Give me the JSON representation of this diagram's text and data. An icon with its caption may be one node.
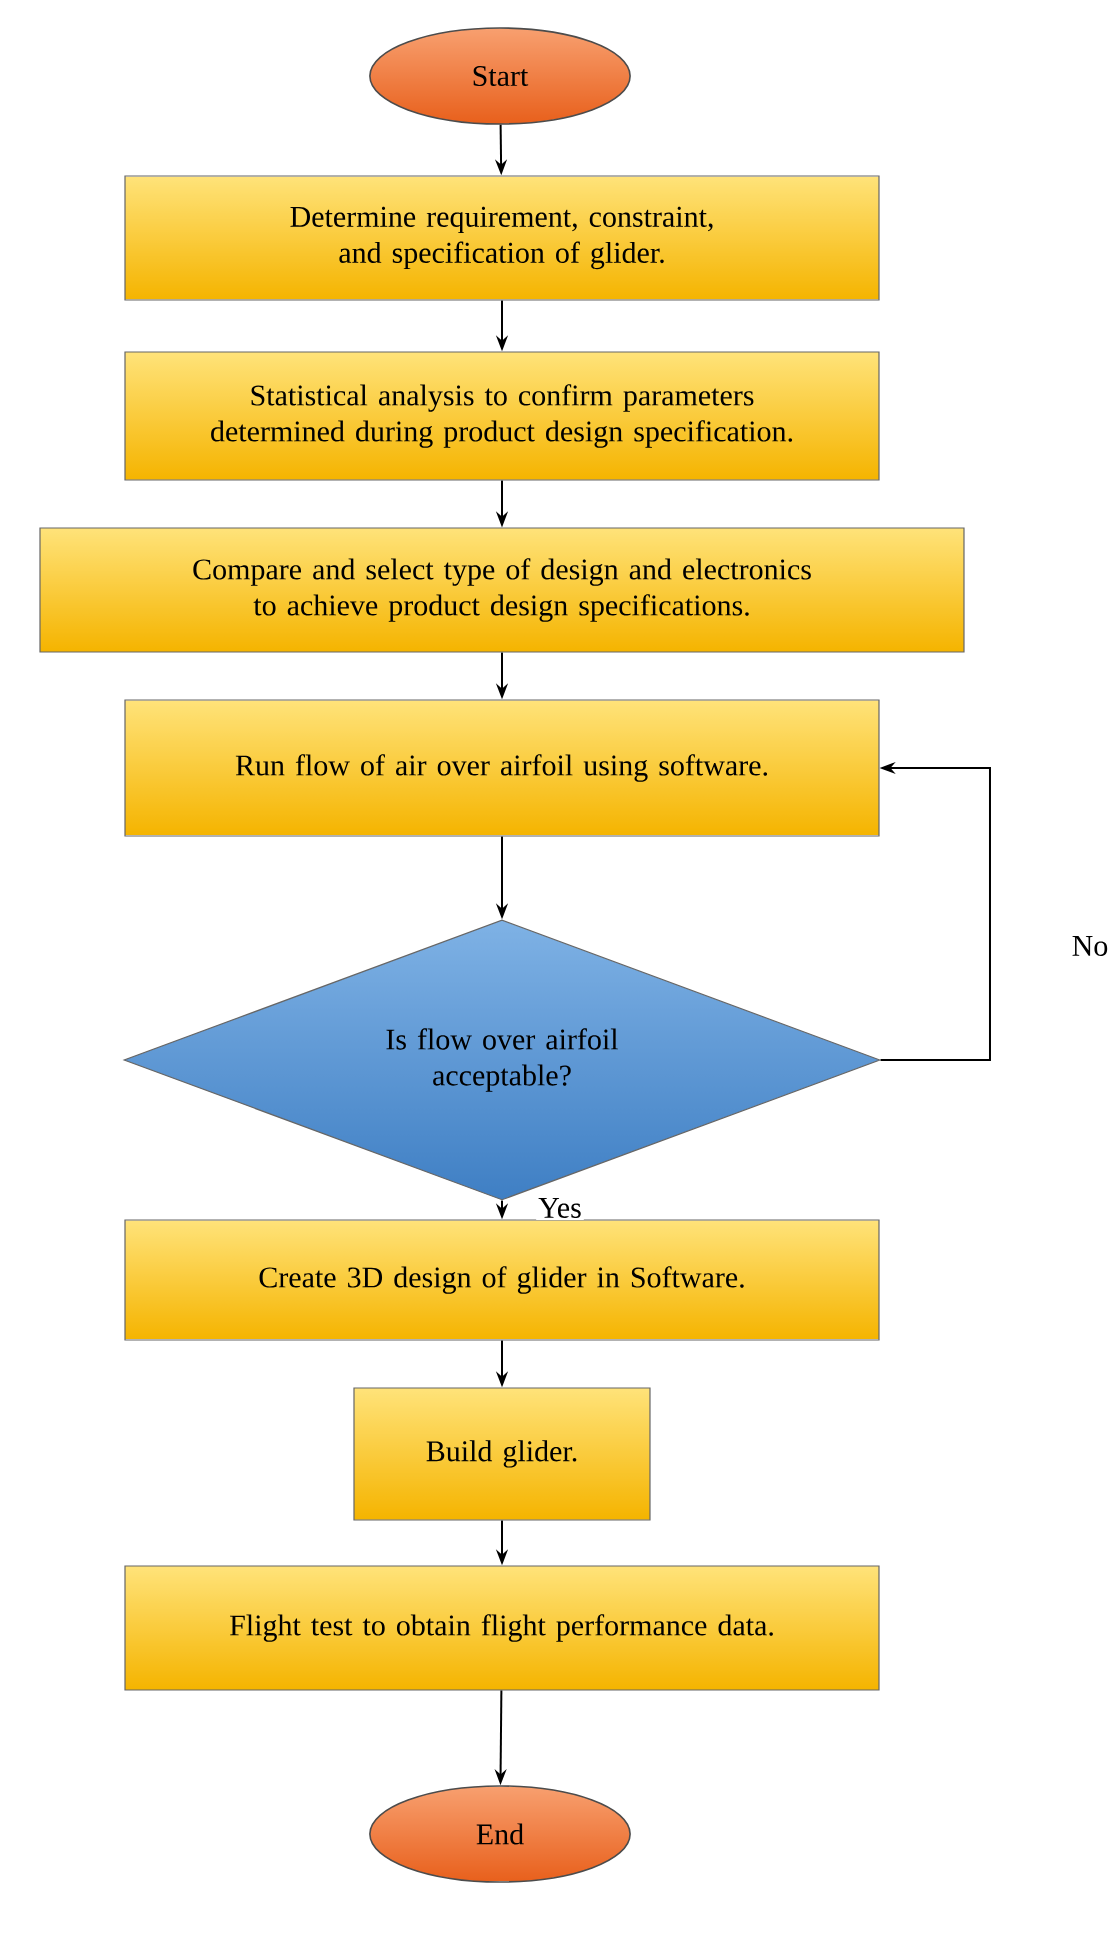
{
  "diagram": {
    "nodes": [
      {
        "text": [
          "Start"
        ]
      },
      {
        "text": [
          "Determine requirement, constraint, and specification of glider."
        ]
      },
      {
        "text": [
          "Statistical analysis to confirm parameters determined during product design specification."
        ]
      },
      {
        "text": [
          "Compare and select type of design and electronics to achieve product design specifications."
        ]
      },
      {
        "text": [
          "Run flow of air over airfoil using software."
        ]
      },
      {
        "text": [
          "Is flow over airfoil acceptable?"
        ]
      },
      {
        "text": [
          "Create 3D design of glider in Software."
        ]
      },
      {
        "text": [
          "Build glider."
        ]
      },
      {
        "text": [
          "Flight test to obtain flight performance data."
        ]
      },
      {
        "text": [
          "End"
        ]
      }
    ],
    "edges": [
      {
        "from": 0,
        "to": 1,
        "arrow": "to"
      },
      {
        "from": 1,
        "to": 2,
        "arrow": "to"
      },
      {
        "from": 2,
        "to": 3,
        "arrow": "to"
      },
      {
        "from": 3,
        "to": 4,
        "arrow": "to"
      },
      {
        "from": 4,
        "to": 5,
        "arrow": "to"
      },
      {
        "from": 5,
        "to": 6,
        "arrow": "to",
        "label": "Yes"
      },
      {
        "from": 5,
        "to": 4,
        "arrow": "to",
        "label": "No"
      },
      {
        "from": 6,
        "to": 7,
        "arrow": "to"
      },
      {
        "from": 7,
        "to": 8,
        "arrow": "to"
      },
      {
        "from": 8,
        "to": 9,
        "arrow": "to"
      }
    ]
  }
}
